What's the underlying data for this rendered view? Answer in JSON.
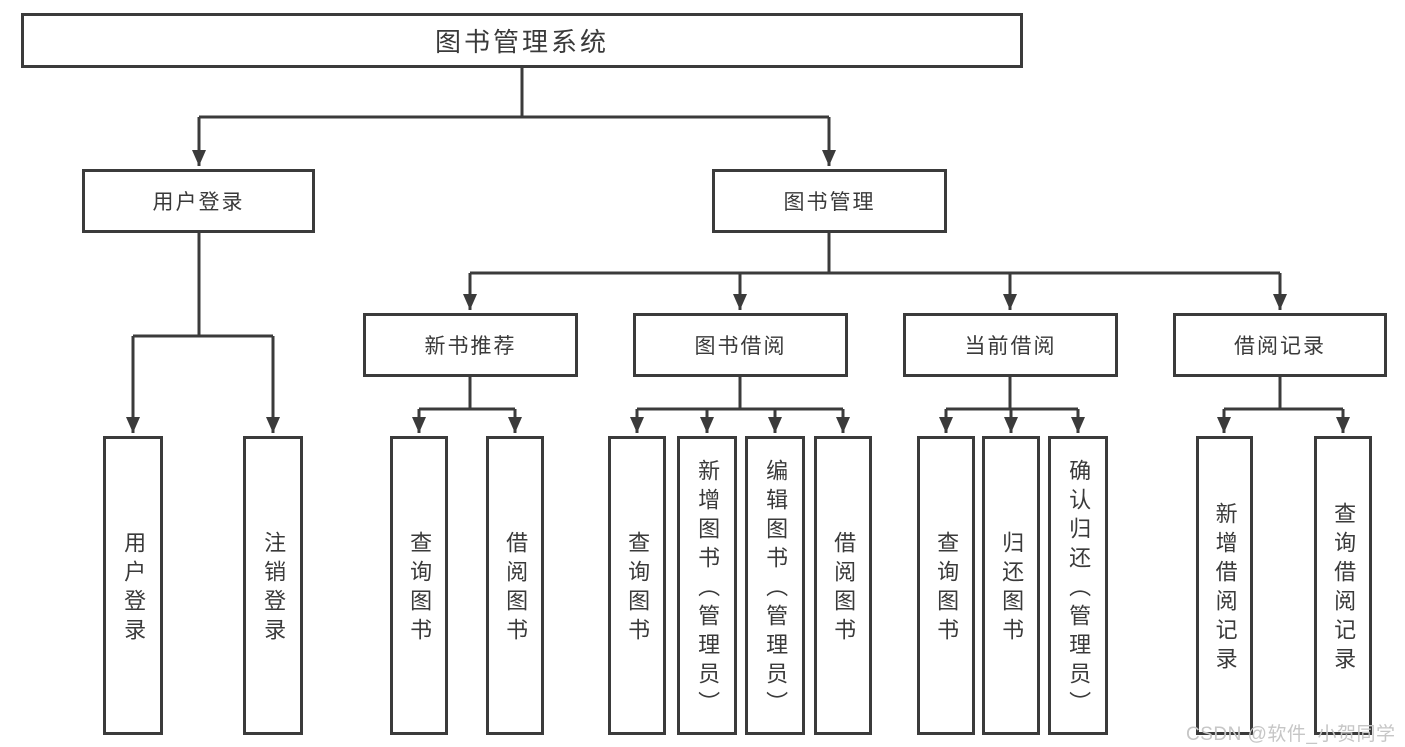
{
  "title": "图书管理系统",
  "tree": {
    "label": "图书管理系统",
    "children": [
      {
        "label": "用户登录",
        "children": [
          {
            "label": "用户登录"
          },
          {
            "label": "注销登录"
          }
        ]
      },
      {
        "label": "图书管理",
        "children": [
          {
            "label": "新书推荐",
            "children": [
              {
                "label": "查询图书"
              },
              {
                "label": "借阅图书"
              }
            ]
          },
          {
            "label": "图书借阅",
            "children": [
              {
                "label": "查询图书"
              },
              {
                "label": "新增图书（管理员）"
              },
              {
                "label": "编辑图书（管理员）"
              },
              {
                "label": "借阅图书"
              }
            ]
          },
          {
            "label": "当前借阅",
            "children": [
              {
                "label": "查询图书"
              },
              {
                "label": "归还图书"
              },
              {
                "label": "确认归还（管理员）"
              }
            ]
          },
          {
            "label": "借阅记录",
            "children": [
              {
                "label": "新增借阅记录"
              },
              {
                "label": "查询借阅记录"
              }
            ]
          }
        ]
      }
    ]
  },
  "watermark": "CSDN @软件_小贺同学",
  "colors": {
    "line": "#3b3b3b",
    "text": "#3a3a3a",
    "watermark": "#c6c6c6",
    "background": "#ffffff"
  }
}
